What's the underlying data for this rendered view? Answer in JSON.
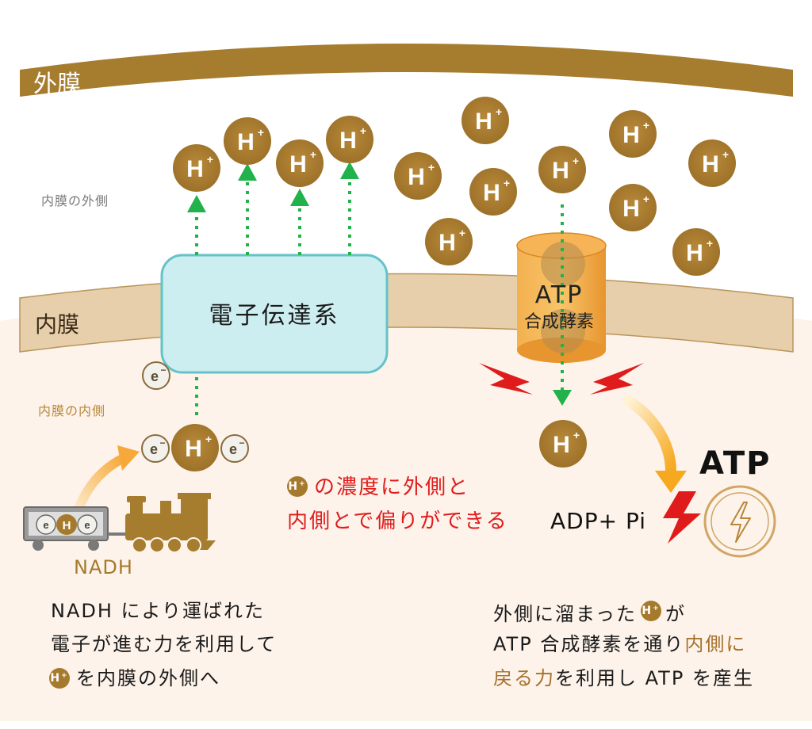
{
  "labels": {
    "outer_membrane": "外膜",
    "inner_membrane": "内膜",
    "ims_outside": "内膜の外側",
    "ims_inside": "内膜の内側",
    "etc": "電子伝達系",
    "atp_synthase_1": "ATP",
    "atp_synthase_2": "合成酵素",
    "atp": "ATP",
    "adp": "ADP+ Pi",
    "nadh": "NADH",
    "h": "H",
    "plus": "+",
    "e": "e",
    "minus": "−"
  },
  "gradient_text": {
    "line1": "の濃度に外側と",
    "line2": "内側とで偏りができる"
  },
  "desc_left": {
    "line1": "NADH により運ばれた",
    "line2": "電子が進む力を利用して",
    "line3": "を内膜の外側へ"
  },
  "desc_right": {
    "line1a": "外側に溜まった",
    "line1b": "が",
    "line2a": "ATP 合成酵素を通り",
    "line2b": "内側に",
    "line3a": "戻る力",
    "line3b": "を利用し ATP を産生"
  },
  "colors": {
    "membrane_brown": "#a67c2e",
    "inner_membrane": "#e6cfaa",
    "matrix_bg": "#fdf3ea",
    "proton": "#a57a2c",
    "etc_fill": "#cdeef0",
    "atp_synthase": "#f2a23c",
    "arrow_green": "#21b24b",
    "alert_red": "#e01b1b"
  }
}
